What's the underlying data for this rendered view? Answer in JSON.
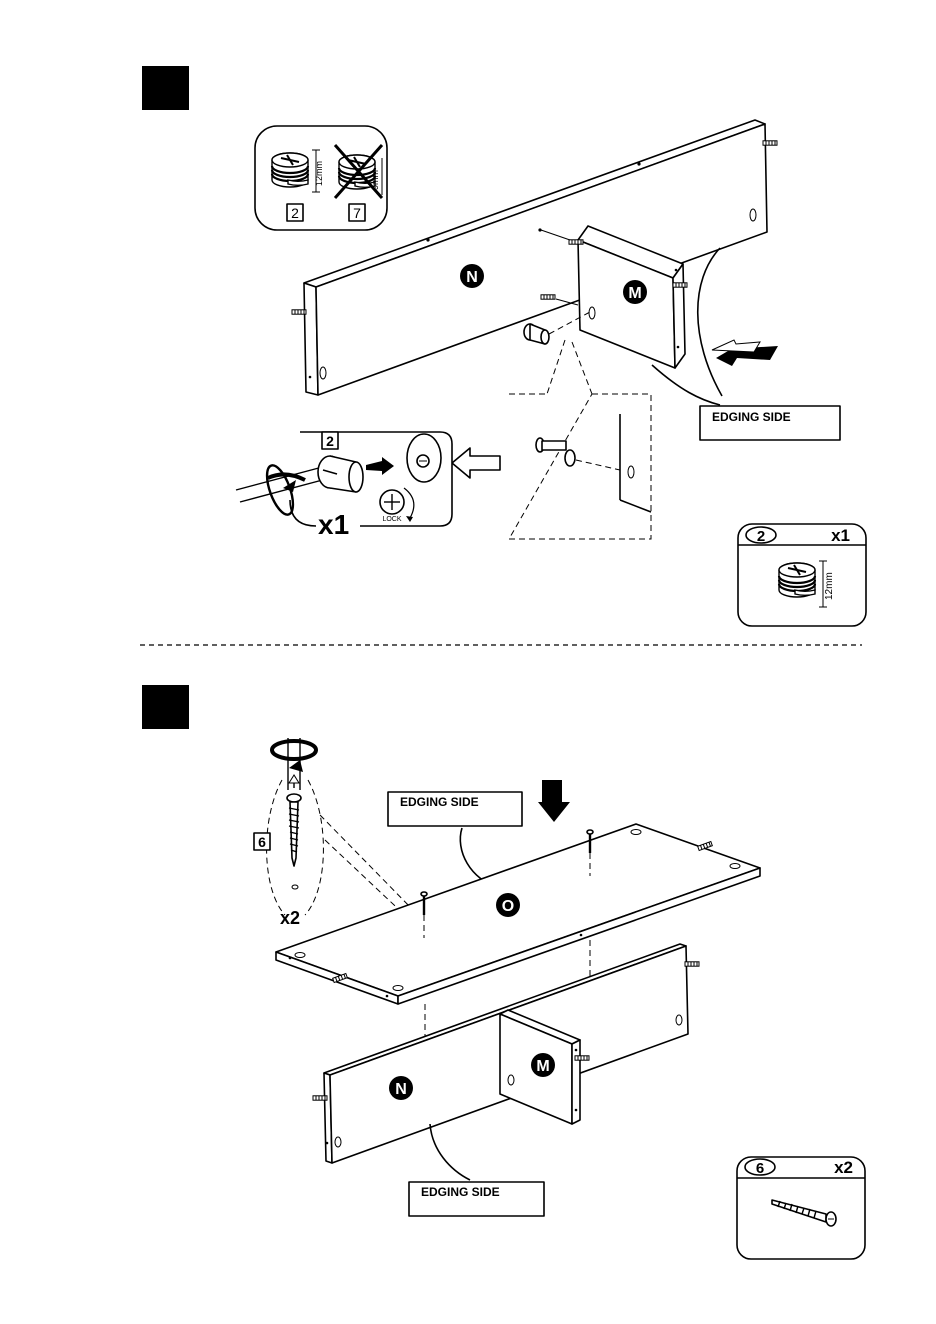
{
  "step1": {
    "warning_inset": {
      "left_part": "2",
      "left_dim": "12mm",
      "right_part": "7",
      "right_dim": "9mm"
    },
    "labels": {
      "top_panel": "N",
      "side_panel": "M"
    },
    "edging_side": "EDGING SIDE",
    "cam_detail": {
      "part": "2",
      "quantity": "x1",
      "lock_text": "LOCK"
    },
    "part_box": {
      "part": "2",
      "quantity": "x1",
      "dimension": "12mm"
    }
  },
  "step2": {
    "labels": {
      "shelf_panel": "O",
      "back_panel": "N",
      "side_panel": "M"
    },
    "edging_side_top": "EDGING SIDE",
    "edging_side_bottom": "EDGING SIDE",
    "screw_detail": {
      "part": "6",
      "quantity": "x2"
    },
    "part_box": {
      "part": "6",
      "quantity": "x2"
    }
  }
}
